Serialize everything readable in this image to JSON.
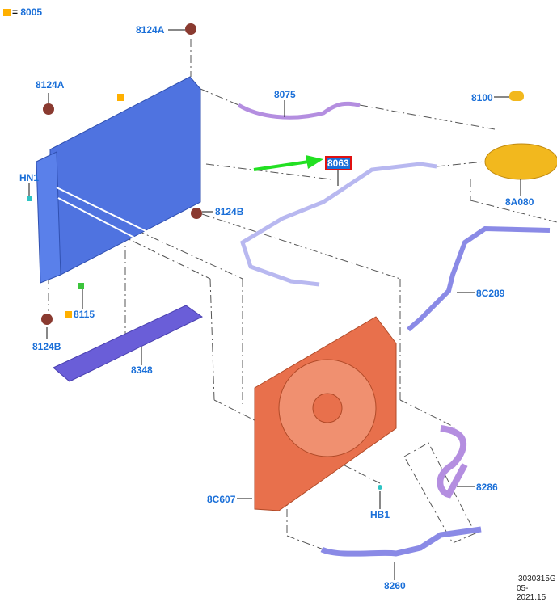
{
  "legend": {
    "symbol": "orange-square",
    "equals": "=",
    "part": "8005"
  },
  "parts": {
    "cap_top": "8124A",
    "cap_left": "8124A",
    "radiator_marker": "8005",
    "hn1": "HN1",
    "p8124b_right": "8124B",
    "p8124b_bottom": "8124B",
    "p8115": "8115",
    "p8348": "8348",
    "p8075": "8075",
    "p8063": "8063",
    "p8100": "8100",
    "p8a080": "8A080",
    "p8c289": "8C289",
    "p8c607": "8C607",
    "hb1": "HB1",
    "p8286": "8286",
    "p8260": "8260"
  },
  "highlighted_part": "8063",
  "colors": {
    "label": "#1a6fd8",
    "radiator": "#4f73e0",
    "fan": "#e8704c",
    "reservoir": "#f2b81e",
    "hose_blue": "#8a8ae6",
    "hose_purple": "#b48ee0",
    "arrow": "#22e022",
    "highlight": "#e01010"
  },
  "footer": {
    "ref": "3030315G",
    "date": "05-2021.15"
  }
}
